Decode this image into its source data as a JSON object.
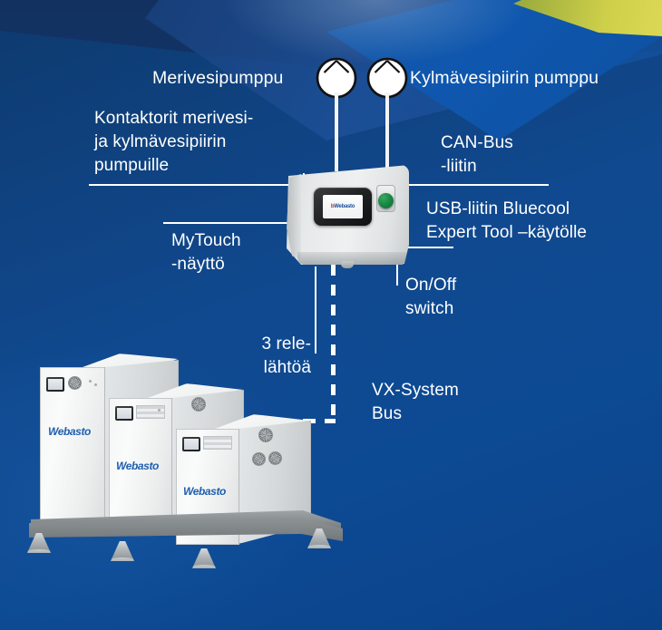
{
  "diagram": {
    "title": "Webasto Bluecool VX chiller system schematic",
    "colors": {
      "background_top": "#123160",
      "background_main": "#0d4a94",
      "accent_yellow": "#cfd04a",
      "label_text": "#ffffff",
      "leader_line": "#ffffff",
      "button_green": "#198a45",
      "logo_blue": "#1f5fae",
      "logo_red": "#cc1f2b"
    },
    "labels": [
      {
        "id": "seawater-pump",
        "text": "Merivesipumppu"
      },
      {
        "id": "chilled-water-pump",
        "text": "Kylmävesipiirin pumppu"
      },
      {
        "id": "contactors",
        "text": "Kontaktorit merivesi-\nja kylmävesipiirin\npumpuille"
      },
      {
        "id": "can-bus",
        "text": "CAN-Bus\n-liitin"
      },
      {
        "id": "usb-connector",
        "text": "USB-liitin Bluecool\nExpert Tool –käytölle"
      },
      {
        "id": "mytouch-display",
        "text": "MyTouch\n-näyttö"
      },
      {
        "id": "relay-outputs",
        "text": "3 rele-\nlähtöä"
      },
      {
        "id": "onoff-switch",
        "text": "On/Off\nswitch"
      },
      {
        "id": "vx-system-bus",
        "text": "VX-System\nBus"
      }
    ],
    "control_box": {
      "name": "Bluecool control unit",
      "display_logo": "Webasto",
      "display_logo_accent": "b",
      "button": "On/Off switch",
      "button_color": "#198a45"
    },
    "pumps": [
      {
        "id": "pump-left",
        "name": "Merivesipumppu"
      },
      {
        "id": "pump-right",
        "name": "Kylmävesipiirin pumppu"
      }
    ],
    "chillers": [
      {
        "id": "chiller-large",
        "brand": "Webasto"
      },
      {
        "id": "chiller-medium",
        "brand": "Webasto"
      },
      {
        "id": "chiller-small",
        "brand": "Webasto"
      }
    ]
  }
}
